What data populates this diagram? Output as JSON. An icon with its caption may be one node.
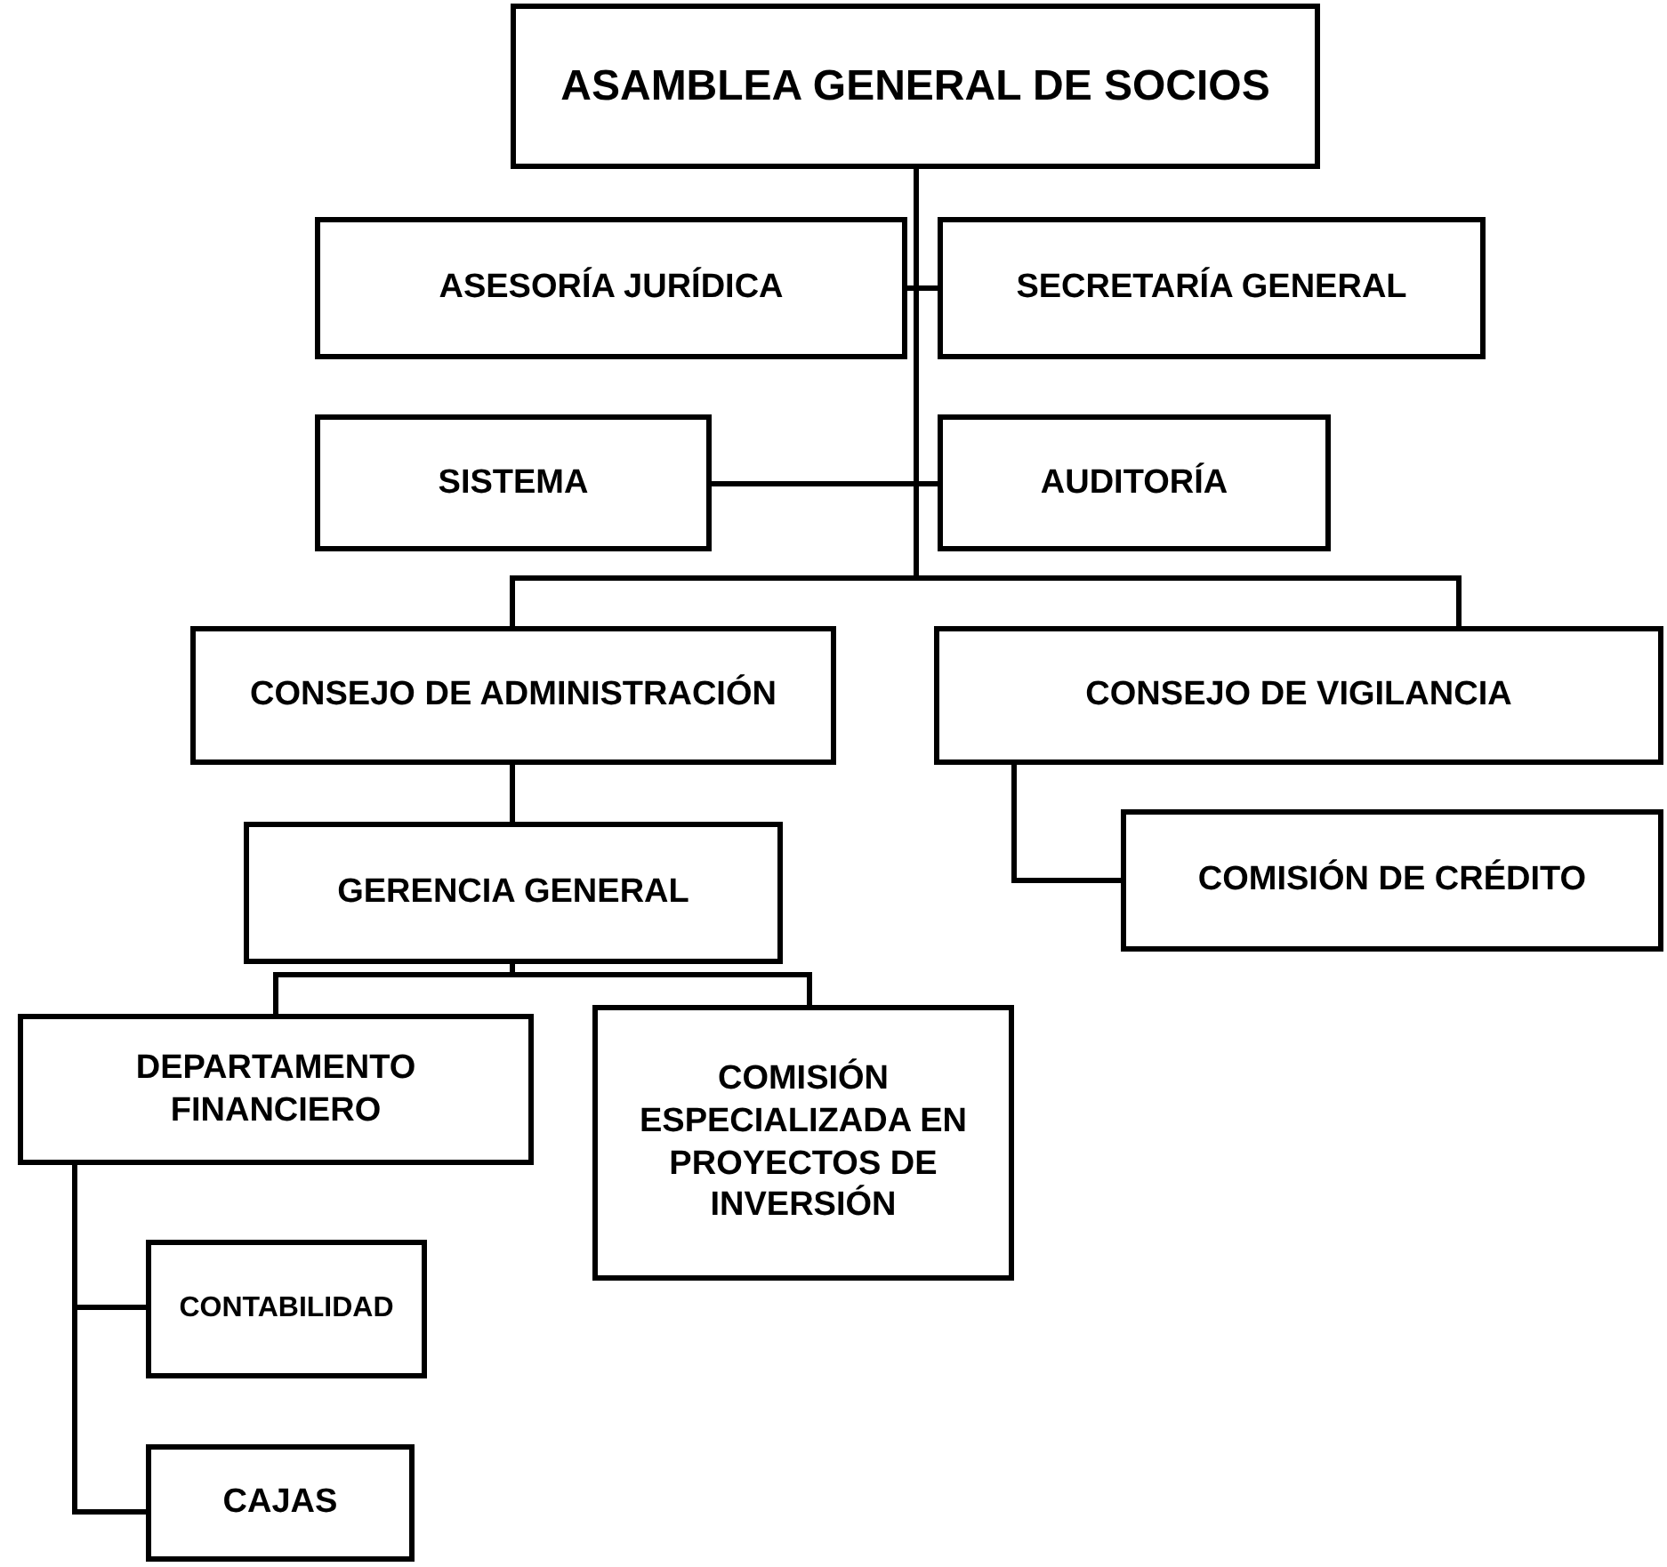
{
  "diagram": {
    "nodes": [
      {
        "text": [
          "ASAMBLEA GENERAL DE SOCIOS"
        ]
      },
      {
        "text": [
          "ASESORÍA JURÍDICA"
        ]
      },
      {
        "text": [
          "SECRETARÍA GENERAL"
        ]
      },
      {
        "text": [
          "SISTEMA"
        ]
      },
      {
        "text": [
          "AUDITORÍA"
        ]
      },
      {
        "text": [
          "CONSEJO DE ADMINISTRACIÓN"
        ]
      },
      {
        "text": [
          "CONSEJO DE VIGILANCIA"
        ]
      },
      {
        "text": [
          "GERENCIA GENERAL"
        ]
      },
      {
        "text": [
          "COMISIÓN DE CRÉDITO"
        ]
      },
      {
        "text": [
          "DEPARTAMENTO FINANCIERO"
        ]
      },
      {
        "text": [
          "COMISIÓN ESPECIALIZADA EN PROYECTOS DE INVERSIÓN"
        ]
      },
      {
        "text": [
          "CONTABILIDAD"
        ]
      },
      {
        "text": [
          "CAJAS"
        ]
      }
    ],
    "edges": [
      {
        "from": 0,
        "to": 1,
        "arrow": "none"
      },
      {
        "from": 0,
        "to": 2,
        "arrow": "none"
      },
      {
        "from": 0,
        "to": 3,
        "arrow": "none"
      },
      {
        "from": 0,
        "to": 4,
        "arrow": "none"
      },
      {
        "from": 0,
        "to": 5,
        "arrow": "none"
      },
      {
        "from": 0,
        "to": 6,
        "arrow": "none"
      },
      {
        "from": 5,
        "to": 7,
        "arrow": "none"
      },
      {
        "from": 6,
        "to": 8,
        "arrow": "none"
      },
      {
        "from": 7,
        "to": 9,
        "arrow": "none"
      },
      {
        "from": 7,
        "to": 10,
        "arrow": "none"
      },
      {
        "from": 9,
        "to": 11,
        "arrow": "none"
      },
      {
        "from": 9,
        "to": 12,
        "arrow": "none"
      }
    ]
  }
}
